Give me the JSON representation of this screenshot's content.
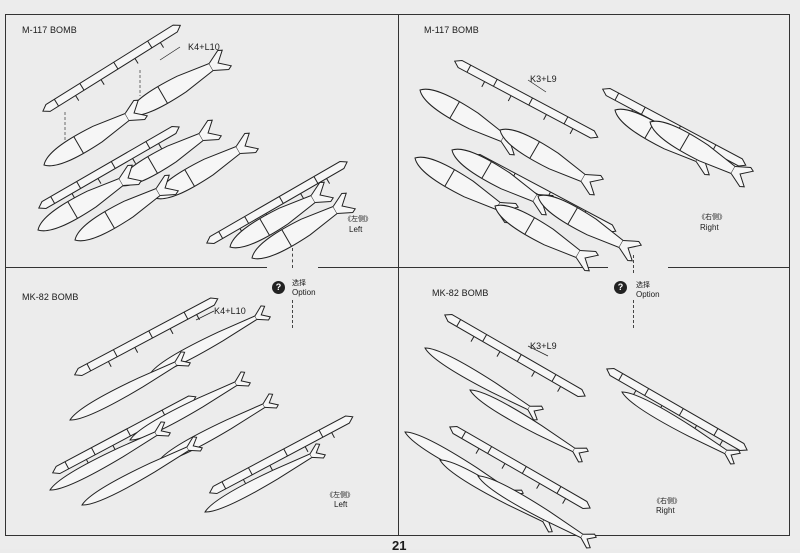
{
  "panels": {
    "top_left": {
      "title": "M-117 BOMB",
      "part": "K4+L10",
      "side_cn": "《左侧》",
      "side": "Left"
    },
    "top_right": {
      "title": "M-117 BOMB",
      "part": "K3+L9",
      "side_cn": "《右侧》",
      "side": "Right"
    },
    "bottom_left": {
      "title": "MK-82 BOMB",
      "part": "K4+L10",
      "side_cn": "《左侧》",
      "side": "Left"
    },
    "bottom_right": {
      "title": "MK-82 BOMB",
      "part": "K3+L9",
      "side_cn": "《右侧》",
      "side": "Right"
    }
  },
  "option": {
    "icon": "?",
    "cn": "选择",
    "label": "Option"
  },
  "page_number": "21"
}
